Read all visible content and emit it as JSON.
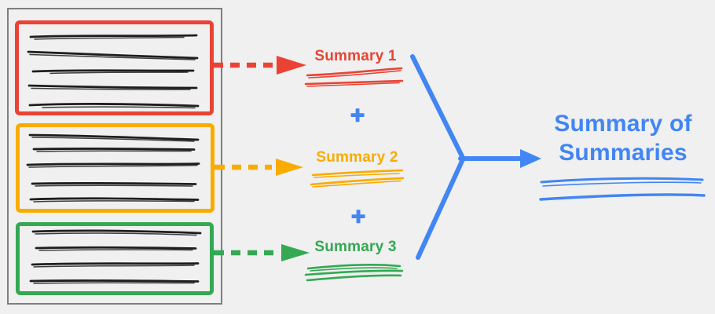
{
  "colors": {
    "background": "#EFF0EF",
    "document_border": "#7E7E7E",
    "ink": "#1E1E1E",
    "red": "#EA4335",
    "yellow": "#F9AB00",
    "green": "#34A853",
    "blue": "#4285F4"
  },
  "document": {
    "chunks": [
      {
        "name": "document-chunk-1",
        "color": "red",
        "text_lines": 5
      },
      {
        "name": "document-chunk-2",
        "color": "yellow",
        "text_lines": 5
      },
      {
        "name": "document-chunk-3",
        "color": "green",
        "text_lines": 4
      }
    ]
  },
  "summaries": [
    {
      "label": "Summary 1",
      "color": "red"
    },
    {
      "label": "Summary 2",
      "color": "yellow"
    },
    {
      "label": "Summary 3",
      "color": "green"
    }
  ],
  "operators": {
    "plus": "+"
  },
  "final_summary": {
    "label": "Summary of Summaries",
    "color": "blue"
  },
  "icons": {
    "connectors": [
      "chunk1-to-summary1-dashed-arrow",
      "chunk2-to-summary2-dashed-arrow",
      "chunk3-to-summary3-dashed-arrow",
      "summaries-merge-arrow"
    ]
  }
}
